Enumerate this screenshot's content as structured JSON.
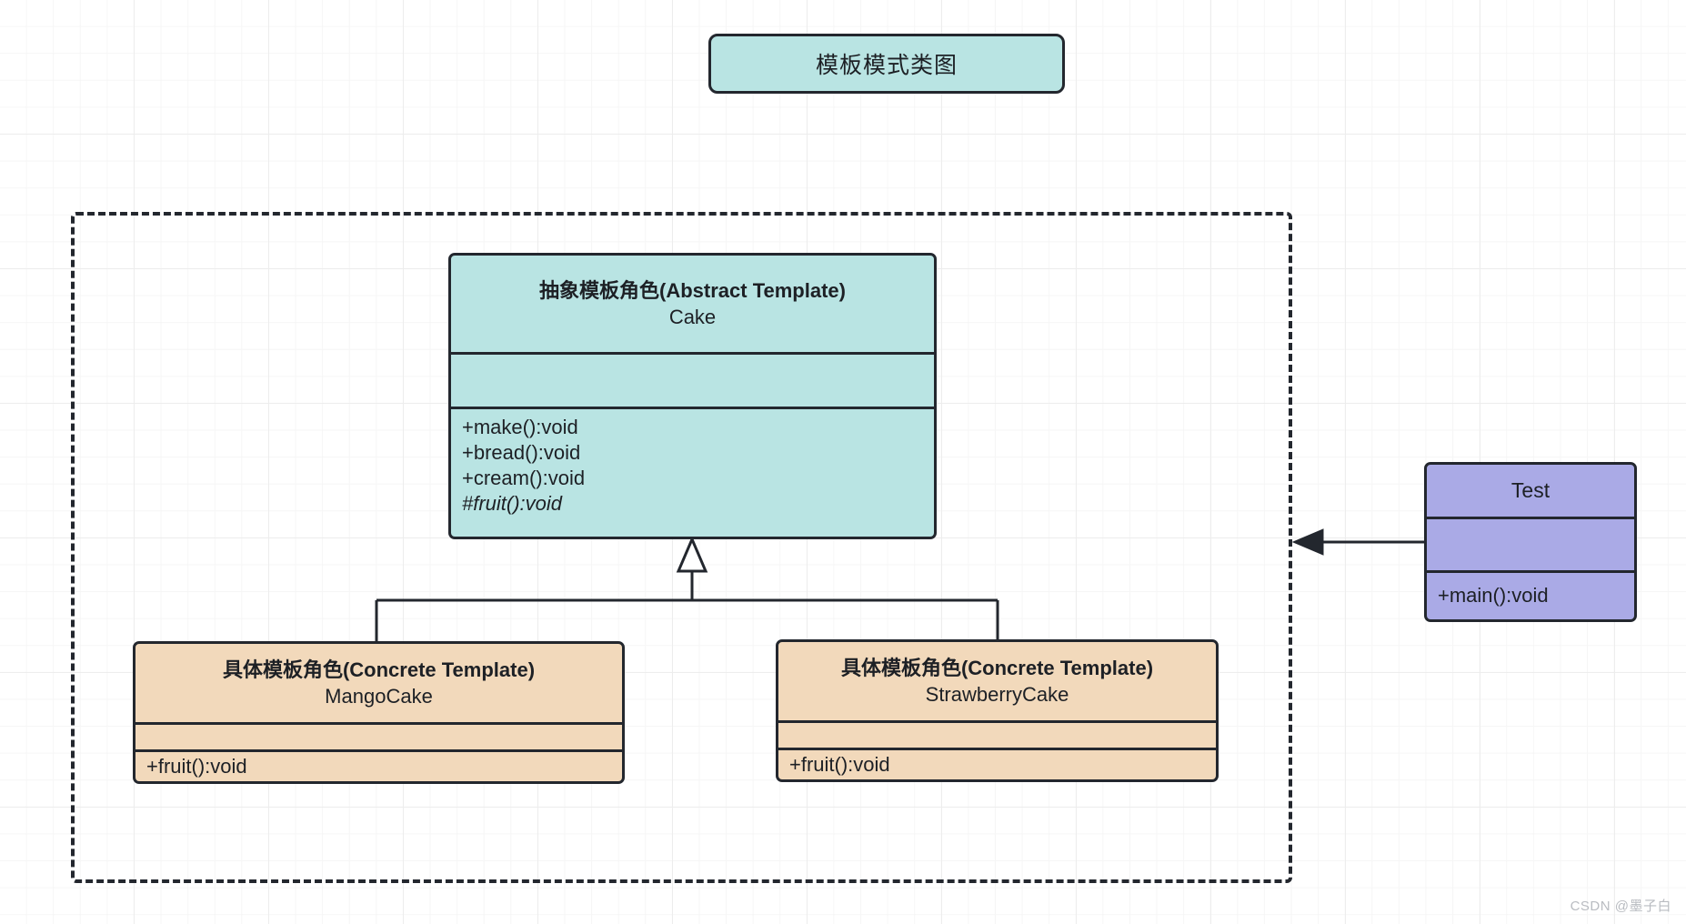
{
  "diagram": {
    "title": "模板模式类图",
    "watermark": "CSDN @墨子白",
    "colors": {
      "abstract_fill": "#b9e4e3",
      "concrete_fill": "#f2d9bb",
      "client_fill": "#aaaae6",
      "stroke": "#23272e",
      "grid_line": "#ededed",
      "background": "#ffffff"
    }
  },
  "classes": {
    "abstract_template": {
      "role": "抽象模板角色(Abstract Template)",
      "name": "Cake",
      "attributes": [],
      "methods": [
        {
          "text": "+make():void",
          "abstract": false
        },
        {
          "text": "+bread():void",
          "abstract": false
        },
        {
          "text": "+cream():void",
          "abstract": false
        },
        {
          "text": "#fruit():void",
          "abstract": true
        }
      ]
    },
    "concrete_mango": {
      "role": "具体模板角色(Concrete Template)",
      "name": "MangoCake",
      "attributes": [],
      "methods": [
        {
          "text": "+fruit():void",
          "abstract": false
        }
      ]
    },
    "concrete_strawberry": {
      "role": "具体模板角色(Concrete Template)",
      "name": "StrawberryCake",
      "attributes": [],
      "methods": [
        {
          "text": "+fruit():void",
          "abstract": false
        }
      ]
    },
    "test_client": {
      "role": "",
      "name": "Test",
      "attributes": [],
      "methods": [
        {
          "text": "+main():void",
          "abstract": false
        }
      ]
    }
  },
  "relations": [
    {
      "type": "generalization",
      "from": "concrete_mango",
      "to": "abstract_template",
      "arrowhead": "hollow-triangle"
    },
    {
      "type": "generalization",
      "from": "concrete_strawberry",
      "to": "abstract_template",
      "arrowhead": "hollow-triangle"
    },
    {
      "type": "dependency",
      "from": "test_client",
      "to": "package",
      "arrowhead": "solid-arrow"
    }
  ]
}
